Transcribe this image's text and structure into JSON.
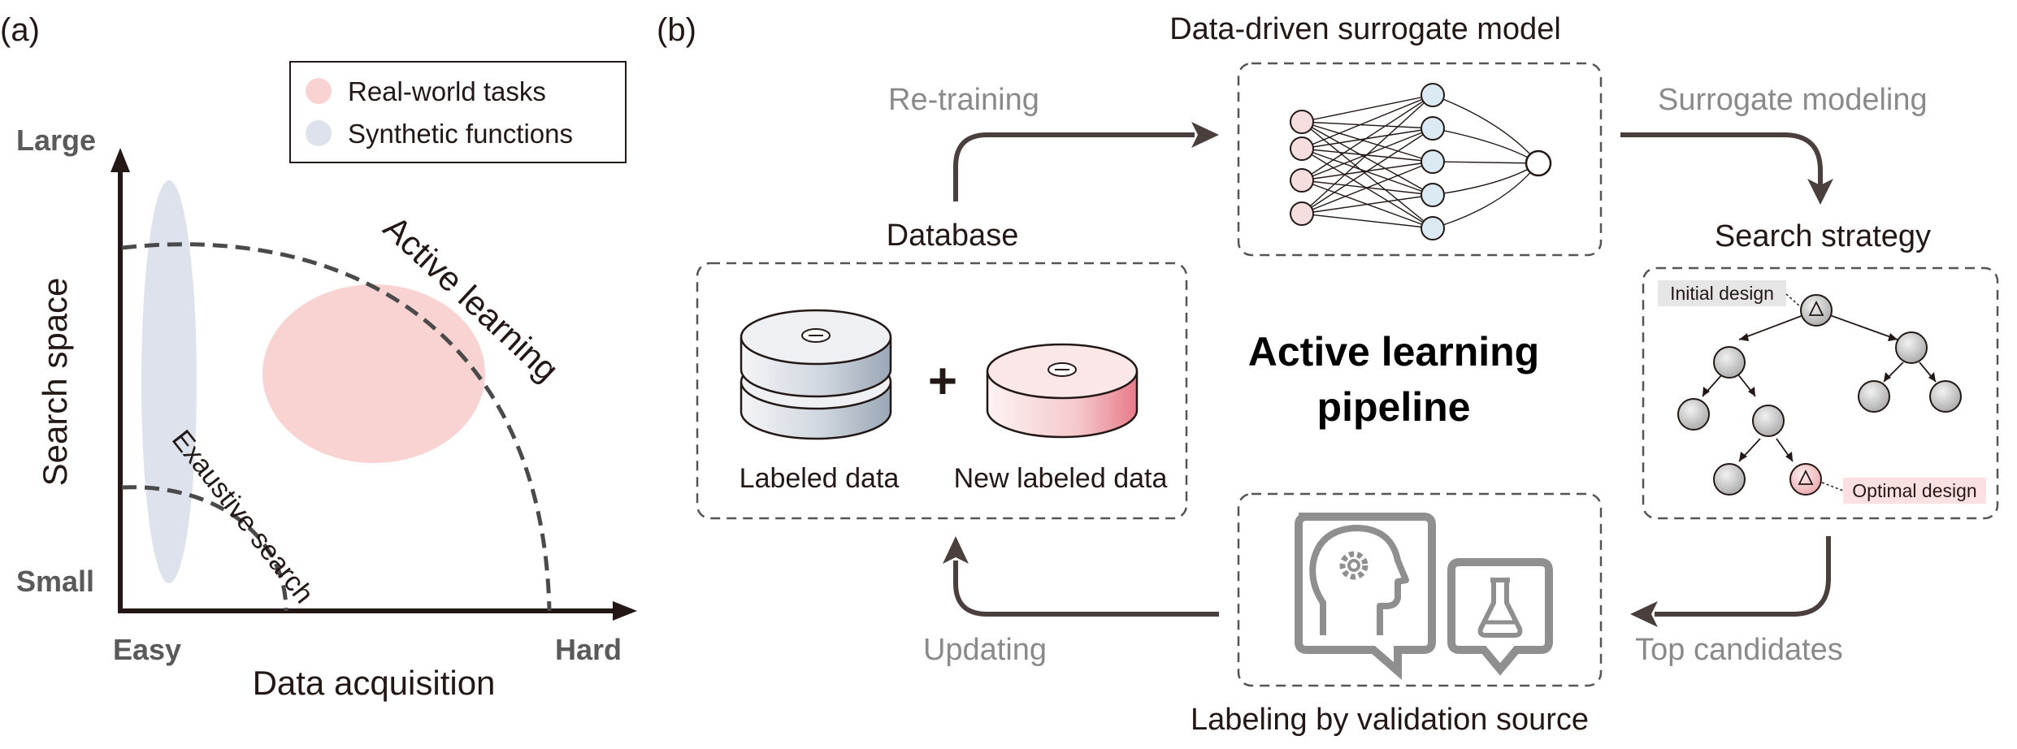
{
  "panel_a": {
    "label": "(a)",
    "legend": {
      "real_world": "Real-world tasks",
      "synthetic": "Synthetic functions"
    },
    "y_axis": {
      "title": "Search space",
      "top": "Large",
      "bottom": "Small"
    },
    "x_axis": {
      "title": "Data acquisition",
      "left": "Easy",
      "right": "Hard"
    },
    "curves": {
      "active": "Active learning",
      "exhaustive": "Exaustive search"
    }
  },
  "panel_b": {
    "label": "(b)",
    "surrogate_title": "Data-driven surrogate model",
    "retraining": "Re-training",
    "surrogate_modeling": "Surrogate modeling",
    "database_title": "Database",
    "labeled": "Labeled data",
    "plus": "+",
    "new_labeled": "New labeled data",
    "center_title_line1": "Active learning",
    "center_title_line2": "pipeline",
    "search_title": "Search strategy",
    "initial_design": "Initial design",
    "optimal_design": "Optimal design",
    "top_candidates": "Top candidates",
    "updating": "Updating",
    "labeling_title": "Labeling by validation source"
  },
  "colors": {
    "dark": "#231815",
    "gray_text": "#8a8a8a",
    "pink": "#f9d3d2",
    "blue_gray": "#dde2ec",
    "arrow": "#4a3f3c"
  }
}
